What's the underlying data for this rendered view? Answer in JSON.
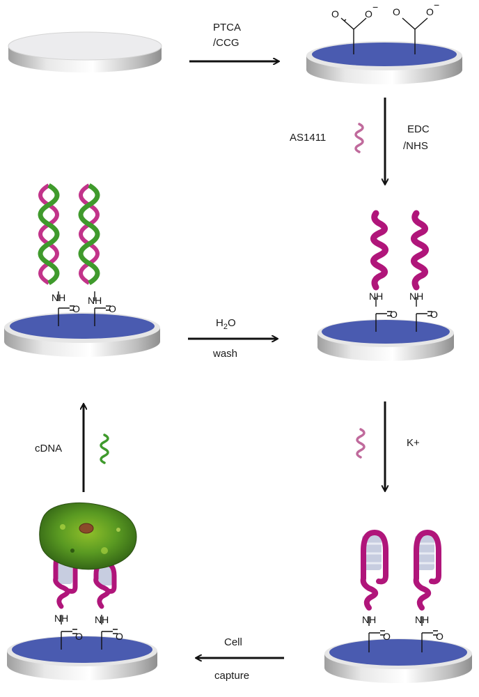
{
  "steps": {
    "s1": {
      "line1": "PTCA",
      "line2": "/CCG"
    },
    "s2": {
      "line1": "EDC",
      "line2": "/NHS",
      "reagent": "AS1411"
    },
    "s3": {
      "reagent": "K+"
    },
    "s4": {
      "line1": "Cell",
      "line2": "capture"
    },
    "s5": {
      "reagent": "cDNA"
    },
    "s6": {
      "line1_main": "H",
      "line1_sub": "2",
      "line1_end": "O",
      "line2": "wash"
    }
  },
  "chem": {
    "nh": "NH",
    "o": "O",
    "o_minus": "O",
    "minus": "−"
  },
  "colors": {
    "electrode_face": "#4a5bb0",
    "electrode_rim": "#c8c8c8",
    "aptamer": "#b0157a",
    "aptamer_light": "#c06a9c",
    "cdna": "#3f9a2c",
    "cell": "#3e7a1e",
    "arrow": "#111111"
  }
}
